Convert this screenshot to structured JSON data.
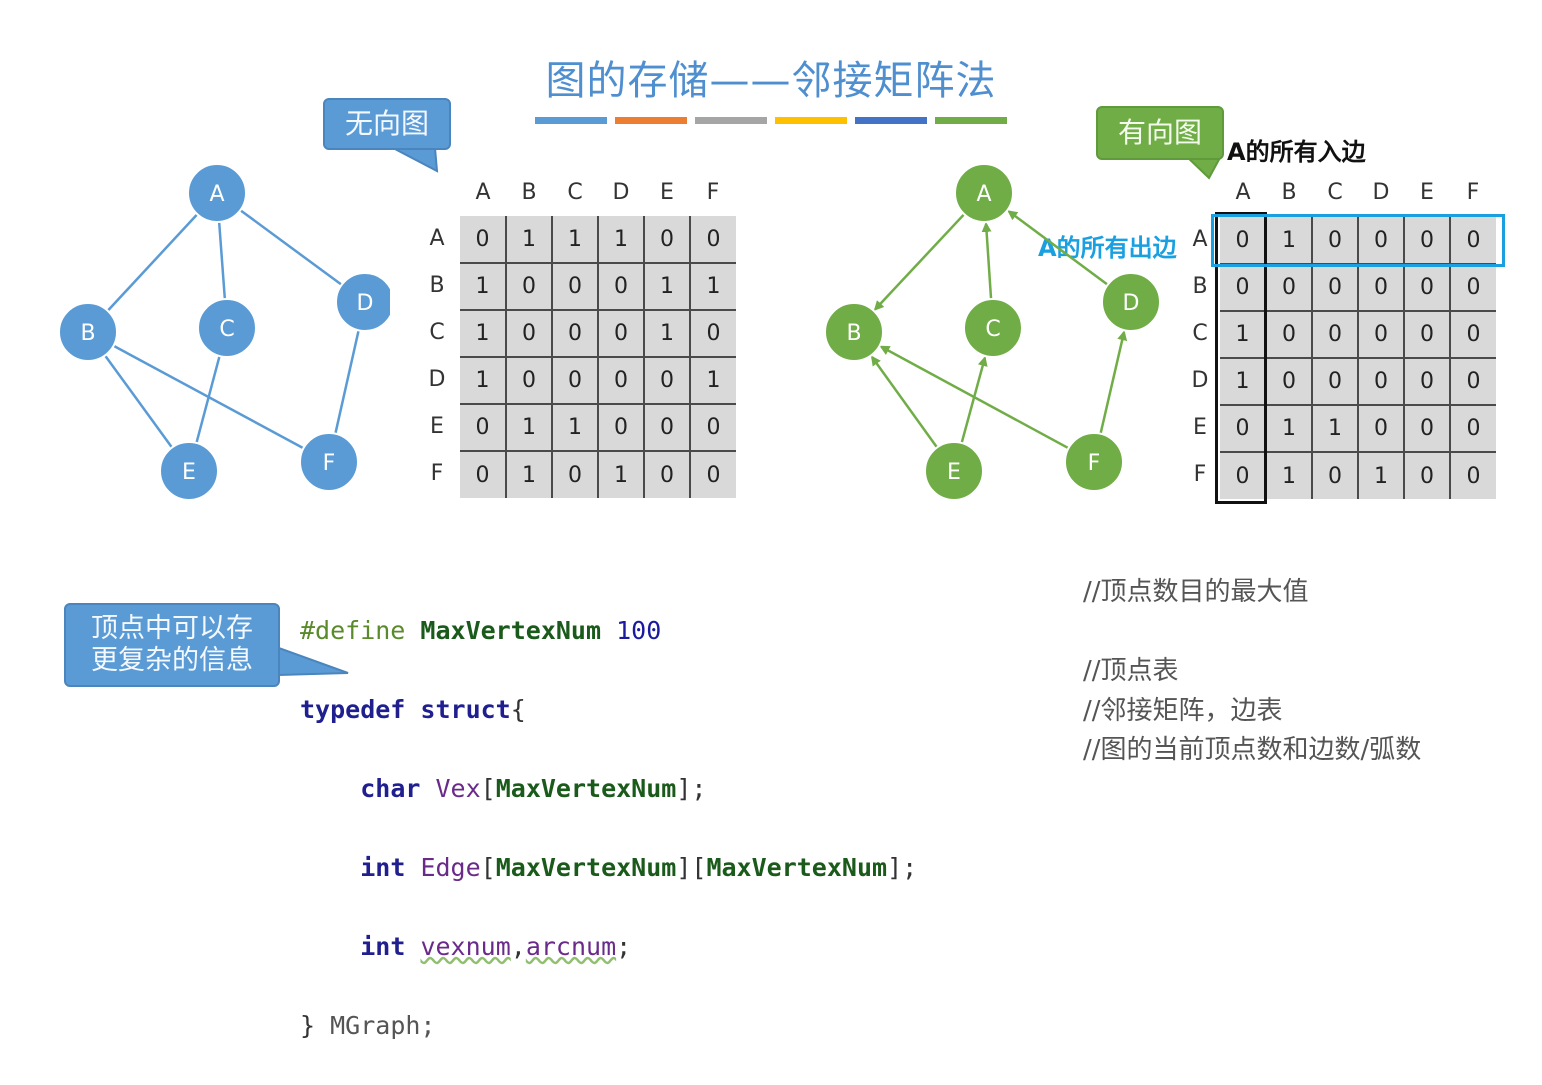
{
  "title": "图的存储——邻接矩阵法",
  "color_bars": [
    "#5b9bd5",
    "#ed7d31",
    "#a5a5a5",
    "#ffc000",
    "#4472c4",
    "#70ad47"
  ],
  "undirected": {
    "label": "无向图",
    "nodes": [
      "A",
      "B",
      "C",
      "D",
      "E",
      "F"
    ],
    "edges": [
      [
        "A",
        "B"
      ],
      [
        "A",
        "C"
      ],
      [
        "A",
        "D"
      ],
      [
        "B",
        "E"
      ],
      [
        "B",
        "F"
      ],
      [
        "C",
        "E"
      ],
      [
        "D",
        "F"
      ]
    ],
    "matrix": {
      "headers": [
        "A",
        "B",
        "C",
        "D",
        "E",
        "F"
      ],
      "rows": [
        [
          "0",
          "1",
          "1",
          "1",
          "0",
          "0"
        ],
        [
          "1",
          "0",
          "0",
          "0",
          "1",
          "1"
        ],
        [
          "1",
          "0",
          "0",
          "0",
          "1",
          "0"
        ],
        [
          "1",
          "0",
          "0",
          "0",
          "0",
          "1"
        ],
        [
          "0",
          "1",
          "1",
          "0",
          "0",
          "0"
        ],
        [
          "0",
          "1",
          "0",
          "1",
          "0",
          "0"
        ]
      ]
    },
    "node_color": "#5b9bd5"
  },
  "directed": {
    "label": "有向图",
    "nodes": [
      "A",
      "B",
      "C",
      "D",
      "E",
      "F"
    ],
    "arcs": [
      [
        "A",
        "B"
      ],
      [
        "C",
        "A"
      ],
      [
        "D",
        "A"
      ],
      [
        "E",
        "B"
      ],
      [
        "E",
        "C"
      ],
      [
        "F",
        "B"
      ],
      [
        "F",
        "D"
      ]
    ],
    "matrix": {
      "headers": [
        "A",
        "B",
        "C",
        "D",
        "E",
        "F"
      ],
      "rows": [
        [
          "0",
          "1",
          "0",
          "0",
          "0",
          "0"
        ],
        [
          "0",
          "0",
          "0",
          "0",
          "0",
          "0"
        ],
        [
          "1",
          "0",
          "0",
          "0",
          "0",
          "0"
        ],
        [
          "1",
          "0",
          "0",
          "0",
          "0",
          "0"
        ],
        [
          "0",
          "1",
          "1",
          "0",
          "0",
          "0"
        ],
        [
          "0",
          "1",
          "0",
          "1",
          "0",
          "0"
        ]
      ]
    },
    "node_color": "#70ad47",
    "in_edges_label": "A的所有入边",
    "out_edges_label": "A的所有出边",
    "highlight_row_color": "#1a9fe0",
    "highlight_col_color": "#111111"
  },
  "vertex_callout": "顶点中可以存\n更复杂的信息",
  "code": {
    "line1": {
      "directive": "#define",
      "name": "MaxVertexNum",
      "value": "100"
    },
    "line2": {
      "kw1": "typedef",
      "kw2": "struct",
      "brace": "{"
    },
    "line3": {
      "type": "char",
      "name": "Vex",
      "b1": "[",
      "dim": "MaxVertexNum",
      "b2": "];"
    },
    "line4": {
      "type": "int",
      "name": "Edge",
      "b1": "[",
      "dim1": "MaxVertexNum",
      "mid": "][",
      "dim2": "MaxVertexNum",
      "b2": "];"
    },
    "line5": {
      "type": "int",
      "v1": "vexnum",
      "comma": ",",
      "v2": "arcnum",
      "end": ";"
    },
    "line6": {
      "brace": "}",
      "name": "MGraph;"
    }
  },
  "comments": [
    "//顶点数目的最大值",
    "//顶点表",
    "//邻接矩阵，边表",
    "//图的当前顶点数和边数/弧数"
  ]
}
